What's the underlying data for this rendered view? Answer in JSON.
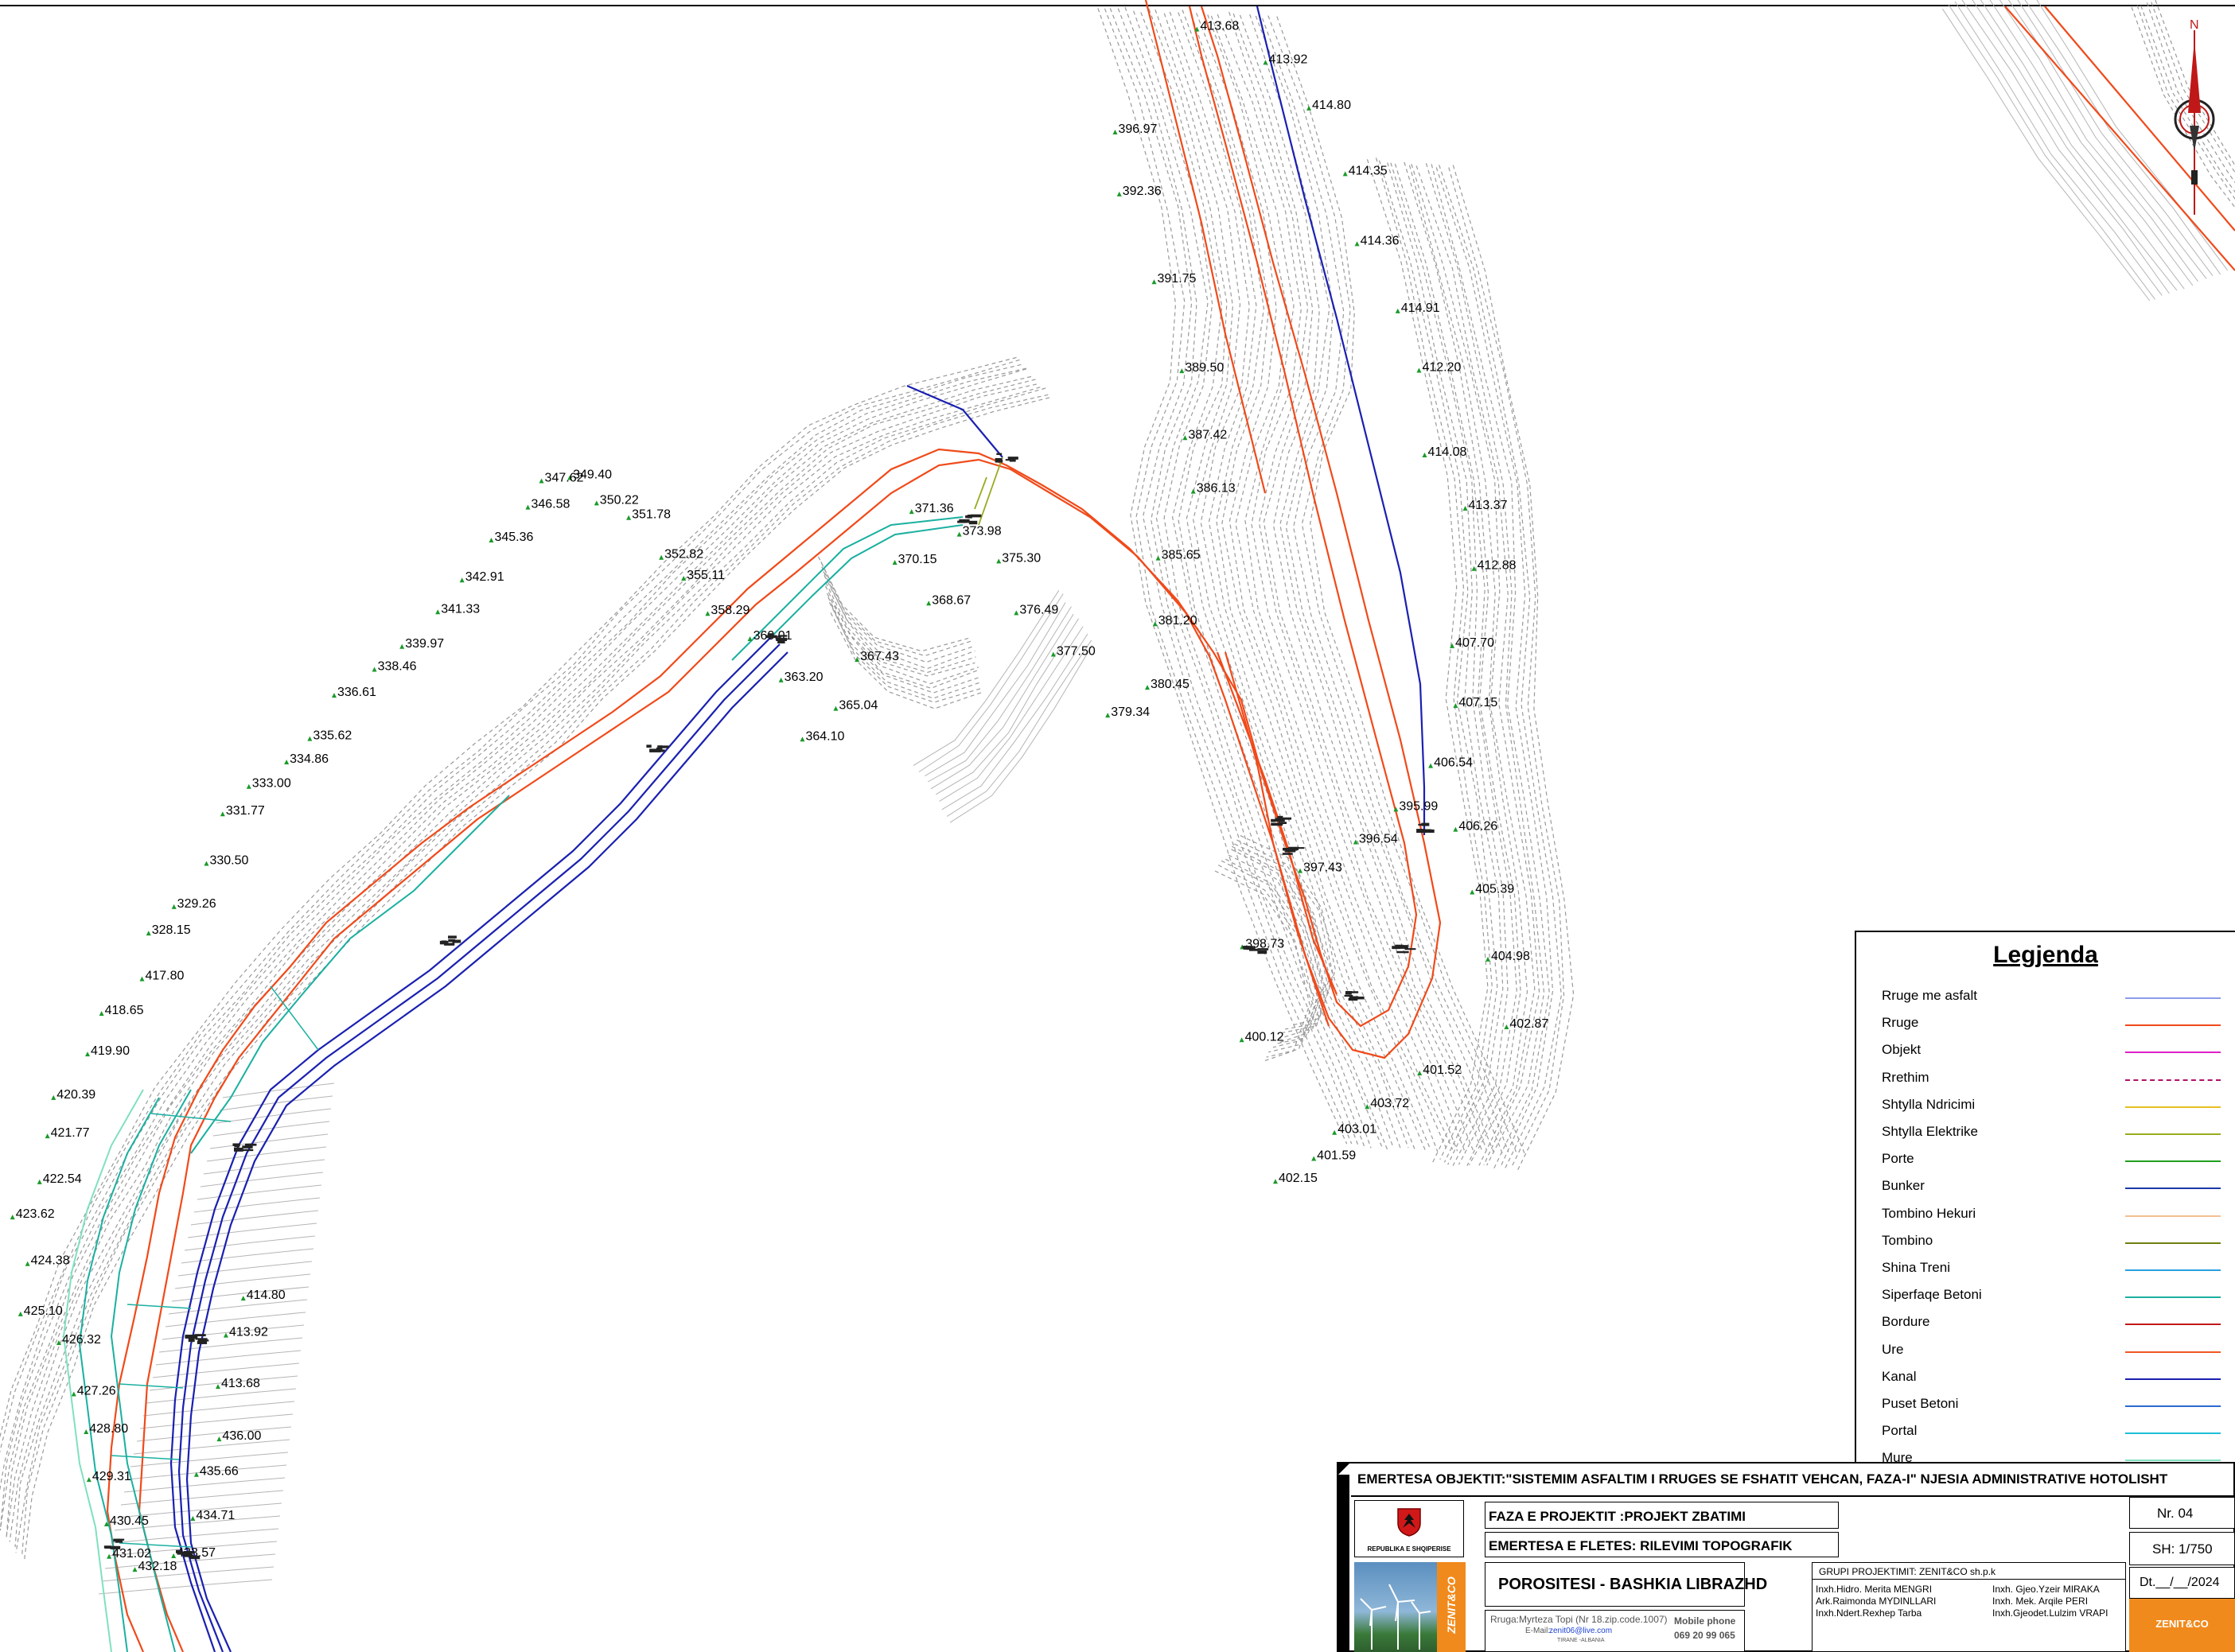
{
  "map": {
    "north_arrow_label": "N",
    "elevation_labels": [
      "413.68",
      "413.92",
      "414.80",
      "414.35",
      "414.36",
      "414.91",
      "412.20",
      "414.08",
      "413.37",
      "412.88",
      "407.70",
      "407.15",
      "406.54",
      "406.26",
      "405.39",
      "404.98",
      "402.87",
      "401.52",
      "403.72",
      "403.01",
      "401.59",
      "402.15",
      "400.12",
      "398.73",
      "397.43",
      "396.54",
      "395.99",
      "396.97",
      "392.36",
      "391.75",
      "389.50",
      "387.42",
      "386.13",
      "385.65",
      "381.20",
      "380.45",
      "379.34",
      "377.50",
      "376.49",
      "375.30",
      "373.98",
      "371.36",
      "370.15",
      "368.67",
      "367.43",
      "365.04",
      "364.10",
      "363.20",
      "360.01",
      "358.29",
      "355.11",
      "352.82",
      "351.78",
      "350.22",
      "349.40",
      "347.62",
      "346.58",
      "345.36",
      "342.91",
      "341.33",
      "339.97",
      "338.46",
      "336.61",
      "335.62",
      "334.86",
      "333.00",
      "331.77",
      "330.50",
      "329.26",
      "328.15",
      "417.80",
      "418.65",
      "419.90",
      "420.39",
      "421.77",
      "422.54",
      "423.62",
      "424.38",
      "425.10",
      "426.32",
      "427.26",
      "428.80",
      "429.31",
      "430.45",
      "431.02",
      "432.18",
      "433.57",
      "434.71",
      "435.66",
      "436.00"
    ]
  },
  "legend": {
    "title": "Legjenda",
    "items": [
      {
        "label": "Rruge me asfalt",
        "color": "#8c9be8",
        "style": "solid"
      },
      {
        "label": "Rruge",
        "color": "#f04a1a",
        "style": "solid"
      },
      {
        "label": "Objekt",
        "color": "#e020c8",
        "style": "solid"
      },
      {
        "label": "Rrethim",
        "color": "#b0106a",
        "style": "dashed"
      },
      {
        "label": "Shtylla Ndricimi",
        "color": "#e8c020",
        "style": "solid"
      },
      {
        "label": "Shtylla Elektrike",
        "color": "#9aaa20",
        "style": "solid"
      },
      {
        "label": "Porte",
        "color": "#20a020",
        "style": "solid"
      },
      {
        "label": "Bunker",
        "color": "#1a3aa8",
        "style": "solid"
      },
      {
        "label": "Tombino Hekuri",
        "color": "#f4c090",
        "style": "solid"
      },
      {
        "label": "Tombino",
        "color": "#708010",
        "style": "solid"
      },
      {
        "label": "Shina Treni",
        "color": "#2aa0e0",
        "style": "solid"
      },
      {
        "label": "Siperfaqe Betoni",
        "color": "#1ab0a0",
        "style": "solid"
      },
      {
        "label": "Bordure",
        "color": "#c01818",
        "style": "solid"
      },
      {
        "label": "Ure",
        "color": "#f05820",
        "style": "solid"
      },
      {
        "label": "Kanal",
        "color": "#1a20b0",
        "style": "solid"
      },
      {
        "label": "Puset Betoni",
        "color": "#2a6ad0",
        "style": "solid"
      },
      {
        "label": "Portal",
        "color": "#20c0d8",
        "style": "solid"
      },
      {
        "label": "Mure",
        "color": "#80e0c0",
        "style": "solid"
      }
    ]
  },
  "title_block": {
    "object_title": "EMERTESA OBJEKTIT:\"SISTEMIM ASFALTIM I RRUGES SE FSHATIT VEHCAN, FAZA-I\" NJESIA ADMINISTRATIVE HOTOLISHT",
    "emblem_caption": "REPUBLIKA E SHQIPERISE",
    "phase": "FAZA E PROJEKTIT :PROJEKT ZBATIMI",
    "sheet_name": "EMERTESA E FLETES: RILEVIMI TOPOGRAFIK",
    "sheet_number": "Nr. 04",
    "scale": "SH: 1/750",
    "date": "Dt.__/__/2024",
    "client": "POROSITESI - BASHKIA LIBRAZHD",
    "company_vertical": "ZENIT&CO",
    "address": "Rruga:Myrteza Topi (Nr 18.zip.code.1007)",
    "email_label": "E-Mail:",
    "email": "zenit06@live.com",
    "city": "TIRANE -ALBANIA",
    "mobile_label": "Mobile phone",
    "mobile": "069 20 99 065",
    "group_title": "GRUPI PROJEKTIMIT: ZENIT&CO sh.p.k",
    "engineers_left": [
      "Inxh.Hidro. Merita MENGRI",
      "Ark.Raimonda MYDINLLARI",
      "Inxh.Ndert.Rexhep Tarba"
    ],
    "engineers_right": [
      "Inxh. Gjeo.Yzeir MIRAKA",
      "Inxh. Mek. Arqile PERI",
      "Inxh.Gjeodet.Lulzim VRAPI"
    ],
    "company_badge": "ZENIT&CO"
  }
}
